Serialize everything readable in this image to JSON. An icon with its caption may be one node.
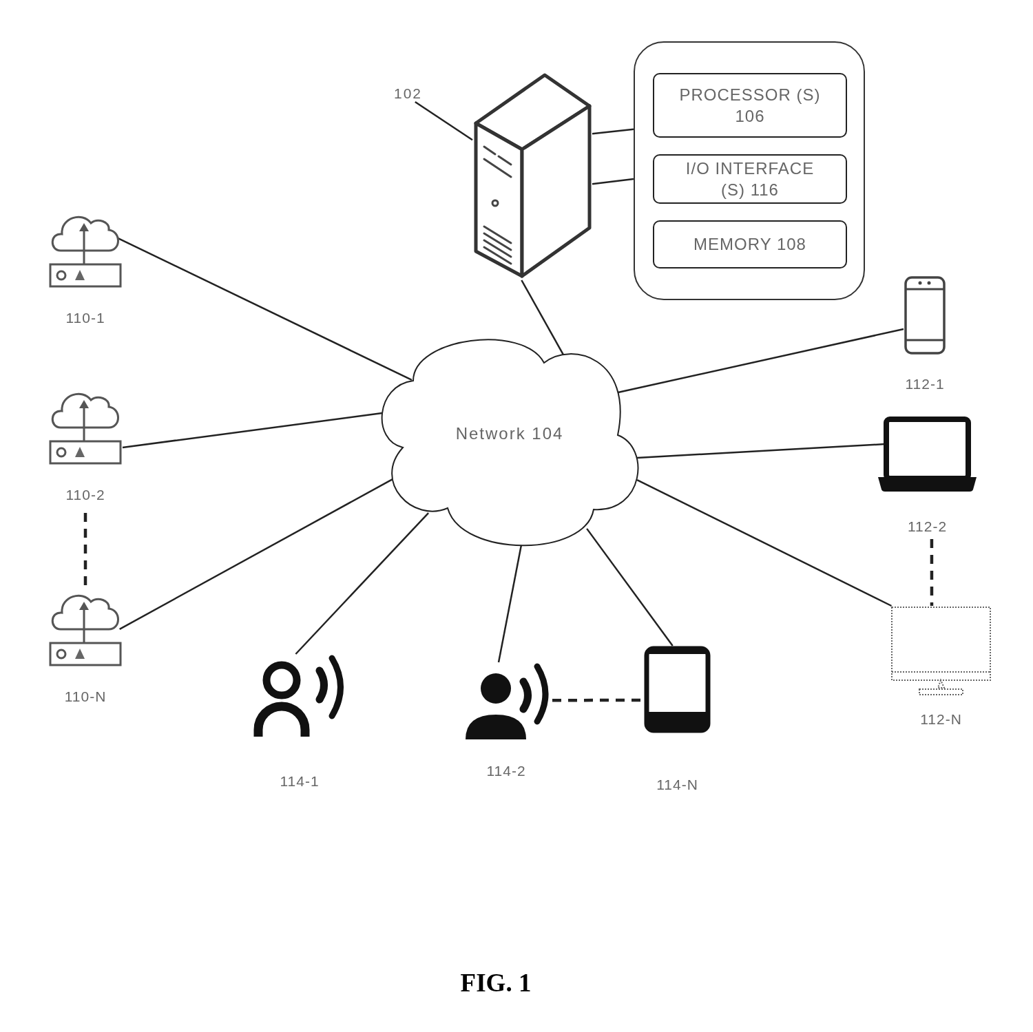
{
  "diagram": {
    "caption": "FIG. 1",
    "nodes": [
      {
        "text": [
          "102"
        ]
      },
      {
        "text": [],
        "shape": "server"
      },
      {
        "text": [],
        "shape": "box"
      },
      {
        "text": [
          "PROCESSOR (S) 106"
        ],
        "in": 2
      },
      {
        "text": [
          "I/O INTERFACE (S) 116"
        ],
        "in": 2
      },
      {
        "text": [
          "MEMORY 108"
        ],
        "in": 2
      },
      {
        "text": [
          "Network 104"
        ]
      },
      {
        "text": [],
        "shape": "cloud",
        "beside": [
          "110-1"
        ]
      },
      {
        "text": [],
        "shape": "cloud",
        "beside": [
          "110-2"
        ]
      },
      {
        "text": [],
        "shape": "cloud",
        "beside": [
          "110-N"
        ]
      },
      {
        "text": [],
        "shape": "phone",
        "beside": [
          "112-1"
        ]
      },
      {
        "text": [],
        "shape": "laptop",
        "beside": [
          "112-2"
        ]
      },
      {
        "text": [],
        "shape": "monitor",
        "beside": [
          "112-N"
        ]
      },
      {
        "text": [],
        "shape": "person",
        "beside": [
          "114-1"
        ]
      },
      {
        "text": [],
        "shape": "person",
        "beside": [
          "114-2"
        ]
      },
      {
        "text": [],
        "shape": "tablet",
        "beside": [
          "114-N"
        ]
      }
    ],
    "edges": [
      {
        "from": 0,
        "to": 1,
        "arrow": "none"
      },
      {
        "from": 1,
        "to": 2,
        "arrow": "none"
      },
      {
        "from": 1,
        "to": 2,
        "arrow": "none"
      },
      {
        "from": 1,
        "to": 6,
        "arrow": "none"
      },
      {
        "from": 6,
        "to": 7,
        "arrow": "none"
      },
      {
        "from": 6,
        "to": 8,
        "arrow": "none"
      },
      {
        "from": 6,
        "to": 9,
        "arrow": "none"
      },
      {
        "from": 8,
        "to": 9,
        "arrow": "none",
        "style": "dashed"
      },
      {
        "from": 6,
        "to": 10,
        "arrow": "none"
      },
      {
        "from": 6,
        "to": 11,
        "arrow": "none"
      },
      {
        "from": 6,
        "to": 12,
        "arrow": "none"
      },
      {
        "from": 11,
        "to": 12,
        "arrow": "none",
        "style": "dashed"
      },
      {
        "from": 6,
        "to": 13,
        "arrow": "none"
      },
      {
        "from": 6,
        "to": 14,
        "arrow": "none"
      },
      {
        "from": 6,
        "to": 15,
        "arrow": "none"
      },
      {
        "from": 14,
        "to": 15,
        "arrow": "none",
        "style": "dashed"
      }
    ]
  }
}
